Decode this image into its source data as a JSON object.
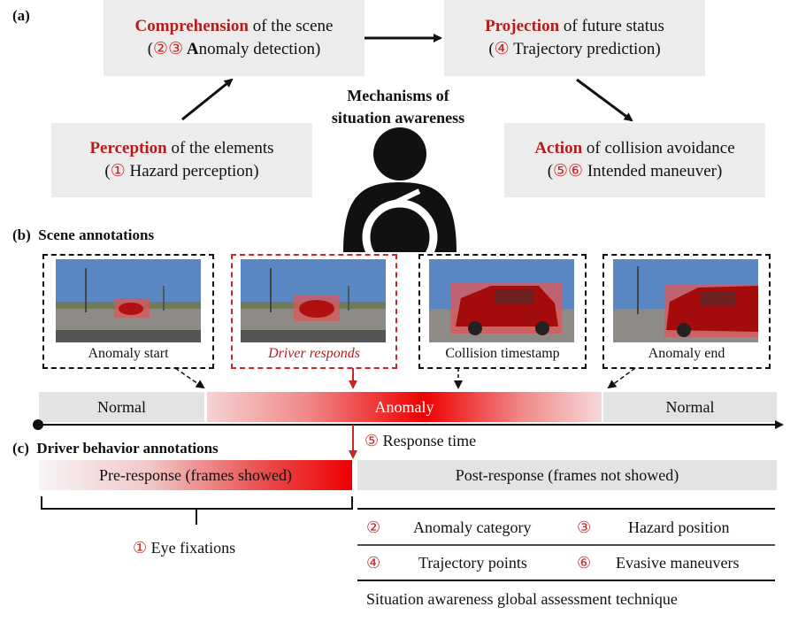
{
  "panel_a": {
    "label": "(a)",
    "center_title_line1": "Mechanisms of",
    "center_title_line2": "situation awareness",
    "comprehension": {
      "keyword": "Comprehension",
      "rest": " of the scene",
      "line2_open": "(",
      "nums": "②③",
      "line2_bold": " A",
      "line2_rest": "nomaly detection)"
    },
    "projection": {
      "keyword": "Projection",
      "rest": " of future status",
      "line2_open": "(",
      "nums": "④",
      "line2_rest": " Trajectory  prediction)"
    },
    "perception": {
      "keyword": "Perception",
      "rest": " of the elements",
      "line2_open": "(",
      "nums": "①",
      "line2_rest": " Hazard perception)"
    },
    "action": {
      "keyword": "Action",
      "rest": " of collision avoidance",
      "line2_open": "(",
      "nums": "⑤⑥",
      "line2_rest": " Intended maneuver)"
    }
  },
  "panel_b": {
    "label": "(b)",
    "title": "Scene annotations",
    "frames": [
      "Anomaly start",
      "Driver responds",
      "Collision timestamp",
      "Anomaly end"
    ],
    "timeline": {
      "normal_left": "Normal",
      "anomaly": "Anomaly",
      "normal_right": "Normal"
    },
    "response_time_num": "⑤",
    "response_time": "Response time"
  },
  "panel_c": {
    "label": "(c)",
    "title": "Driver behavior annotations",
    "pre_response": "Pre-response (frames showed)",
    "post_response": "Post-response (frames not showed)",
    "eye_fixation_num": "①",
    "eye_fixations": "Eye fixations",
    "table": [
      {
        "num_a": "②",
        "text_a": "Anomaly category",
        "num_b": "③",
        "text_b": "Hazard position"
      },
      {
        "num_a": "④",
        "text_a": "Trajectory points",
        "num_b": "⑥",
        "text_b": "Evasive maneuvers"
      }
    ],
    "sagat": "Situation awareness global assessment technique"
  },
  "colors": {
    "accent_red": "#c62828",
    "box_gray": "#ececec",
    "timeline_gray": "#e3e3e3"
  }
}
